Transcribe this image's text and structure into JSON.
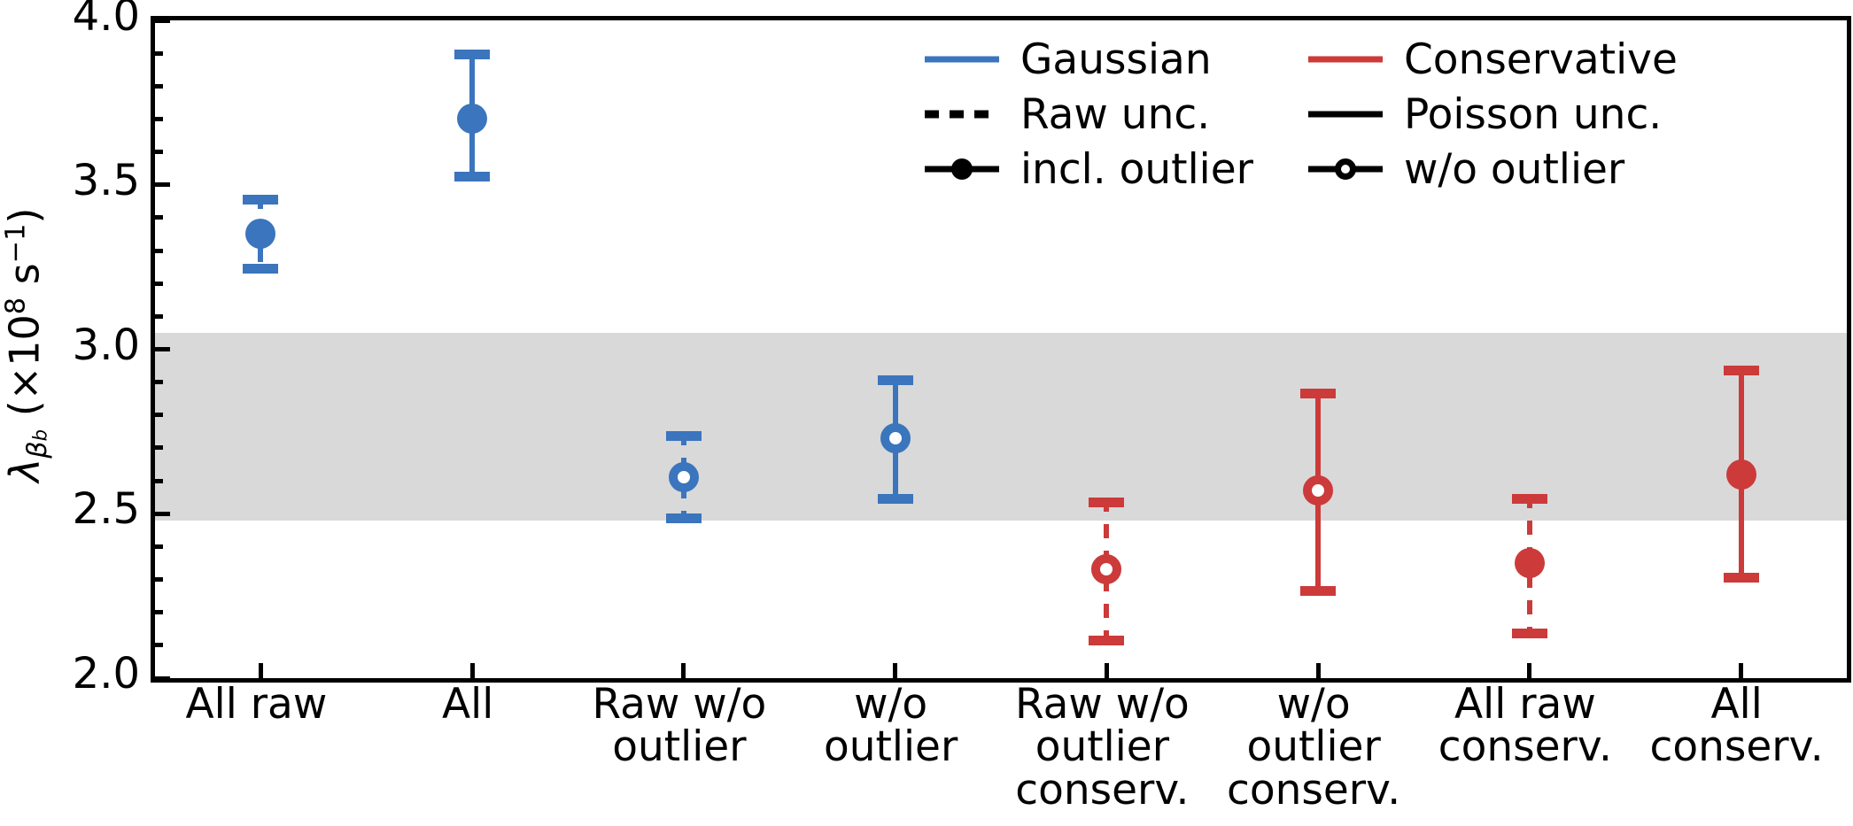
{
  "chart_data": {
    "type": "scatter",
    "title": "",
    "xlabel": "",
    "ylabel_parts": {
      "lambda": "λ",
      "sub": "β",
      "sub_sub": "b",
      "units_open": " (×10",
      "units_exp": "8",
      "units_mid": " s",
      "units_exp2": "−1",
      "units_close": ")"
    },
    "ylabel_plain": "λ_βb (×10^8 s^-1)",
    "ylim": [
      2.0,
      4.0
    ],
    "yticks": [
      "2.0",
      "2.5",
      "3.0",
      "3.5",
      "4.0"
    ],
    "ytick_values": [
      2.0,
      2.5,
      3.0,
      3.5,
      4.0
    ],
    "yminor_step": 0.1,
    "grid": false,
    "categories": [
      "All raw",
      "All",
      "Raw w/o\noutlier",
      "w/o\noutlier",
      "Raw w/o\noutlier\nconserv.",
      "w/o\noutlier\nconserv.",
      "All raw\nconserv.",
      "All\nconserv."
    ],
    "category_lines": [
      [
        "All raw"
      ],
      [
        "All"
      ],
      [
        "Raw w/o",
        "outlier"
      ],
      [
        "w/o",
        "outlier"
      ],
      [
        "Raw w/o",
        "outlier",
        "conserv."
      ],
      [
        "w/o",
        "outlier",
        "conserv."
      ],
      [
        "All raw",
        "conserv."
      ],
      [
        "All",
        "conserv."
      ]
    ],
    "points": [
      {
        "label": "All raw",
        "value": 3.35,
        "lo": 3.23,
        "hi": 3.47,
        "color": "#3b75bd",
        "group": "Gaussian",
        "unc": "Raw unc.",
        "marker": "filled",
        "linestyle": "dashed"
      },
      {
        "label": "All",
        "value": 3.7,
        "lo": 3.51,
        "hi": 3.91,
        "color": "#3b75bd",
        "group": "Gaussian",
        "unc": "Poisson unc.",
        "marker": "filled",
        "linestyle": "solid"
      },
      {
        "label": "Raw w/o outlier",
        "value": 2.61,
        "lo": 2.47,
        "hi": 2.75,
        "color": "#3b75bd",
        "group": "Gaussian",
        "unc": "Raw unc.",
        "marker": "open",
        "linestyle": "dashed"
      },
      {
        "label": "w/o outlier",
        "value": 2.73,
        "lo": 2.53,
        "hi": 2.92,
        "color": "#3b75bd",
        "group": "Gaussian",
        "unc": "Poisson unc.",
        "marker": "open",
        "linestyle": "solid"
      },
      {
        "label": "Raw w/o outlier conserv.",
        "value": 2.33,
        "lo": 2.1,
        "hi": 2.55,
        "color": "#cc3a3a",
        "group": "Conservative",
        "unc": "Raw unc.",
        "marker": "open",
        "linestyle": "dashed"
      },
      {
        "label": "w/o outlier conserv.",
        "value": 2.57,
        "lo": 2.25,
        "hi": 2.88,
        "color": "#cc3a3a",
        "group": "Conservative",
        "unc": "Poisson unc.",
        "marker": "open",
        "linestyle": "solid"
      },
      {
        "label": "All raw conserv.",
        "value": 2.35,
        "lo": 2.12,
        "hi": 2.56,
        "color": "#cc3a3a",
        "group": "Conservative",
        "unc": "Raw unc.",
        "marker": "filled",
        "linestyle": "dashed"
      },
      {
        "label": "All conserv.",
        "value": 2.62,
        "lo": 2.29,
        "hi": 2.95,
        "color": "#cc3a3a",
        "group": "Conservative",
        "unc": "Poisson unc.",
        "marker": "filled",
        "linestyle": "solid"
      }
    ],
    "band": {
      "lo": 2.48,
      "hi": 3.05,
      "color": "#d9d9d9"
    }
  },
  "legend": {
    "items": [
      {
        "label": "Gaussian",
        "swatch": "line-solid",
        "color": "#3b75bd"
      },
      {
        "label": "Conservative",
        "swatch": "line-solid",
        "color": "#cc3a3a"
      },
      {
        "label": "Raw unc.",
        "swatch": "line-dashed",
        "color": "#000000"
      },
      {
        "label": "Poisson unc.",
        "swatch": "line-solid",
        "color": "#000000"
      },
      {
        "label": "incl. outlier",
        "swatch": "marker-filled",
        "color": "#000000"
      },
      {
        "label": "w/o outlier",
        "swatch": "marker-open",
        "color": "#000000"
      }
    ]
  },
  "colors": {
    "gaussian": "#3b75bd",
    "conservative": "#cc3a3a",
    "band": "#d9d9d9",
    "axis": "#000000"
  }
}
